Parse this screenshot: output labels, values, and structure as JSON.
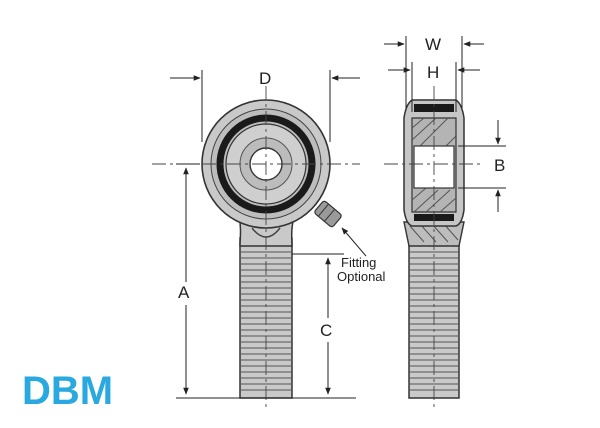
{
  "labels": {
    "D": "D",
    "W": "W",
    "H": "H",
    "B": "B",
    "A": "A",
    "C": "C",
    "fitting_line1": "Fitting",
    "fitting_line2": "Optional",
    "model": "DBM"
  },
  "colors": {
    "model": "#29a9e0",
    "part_fill": "#c9c9c9",
    "outline": "#333333",
    "ring": "#1a1a1a"
  }
}
